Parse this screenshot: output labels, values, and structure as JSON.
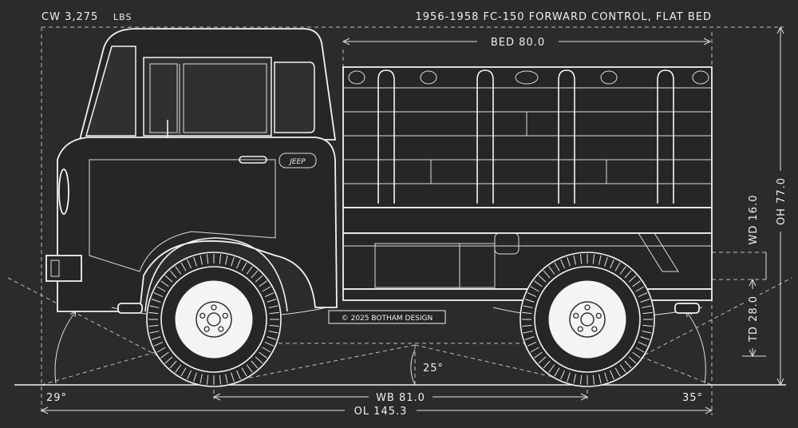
{
  "header": {
    "curb_weight": "CW 3,275",
    "curb_weight_unit": "LBS",
    "title": "1956-1958 FC-150 FORWARD CONTROL, FLAT BED"
  },
  "dimensions": {
    "bed": "BED 80.0",
    "wheel_diameter": "WD 16.0",
    "overall_height": "OH 77.0",
    "tire_diameter": "TD 28.0",
    "wheelbase": "WB 81.0",
    "overall_length": "OL 145.3"
  },
  "angles": {
    "approach": "29°",
    "breakover": "25°",
    "departure": "35°"
  },
  "credit": "© 2025 BOTHAM DESIGN",
  "colors": {
    "background": "#2b2b2b",
    "line": "#f2f2f2"
  }
}
